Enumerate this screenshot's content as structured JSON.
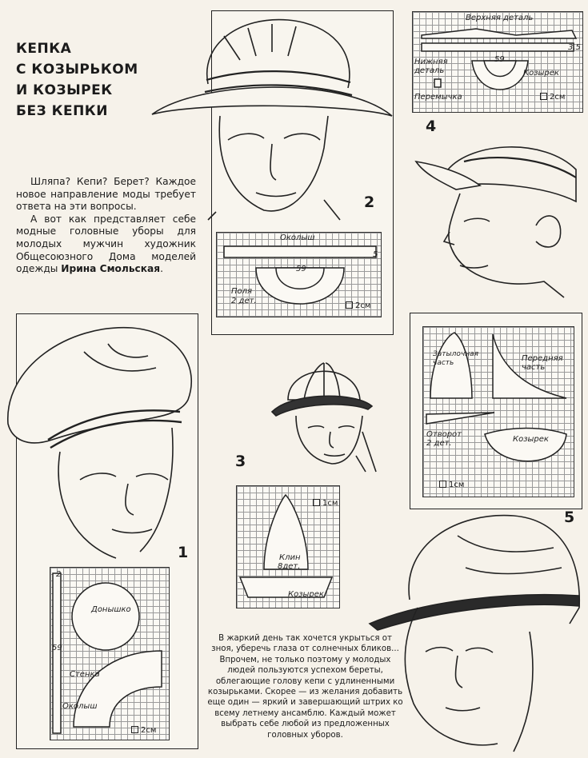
{
  "title": [
    "КЕПКА",
    "С КОЗЫРЬКОМ",
    "И КОЗЫРЕК",
    "БЕЗ КЕПКИ"
  ],
  "intro": {
    "p1": "Шляпа? Кепи? Берет? Каждое новое направление моды требует ответа на эти вопросы.",
    "p2_start": "А вот как представляет себе модные головные уборы для молодых мужчин художник Общесоюзного Дома моделей одежды ",
    "author": "Ирина Смольская",
    "p2_end": "."
  },
  "closing_text": "В жаркий день так хочется укрыться от зноя, уберечь глаза от солнечных бликов... Впрочем, не только поэтому у молодых людей пользуются успехом береты, облегающие голову кепи с удлиненными козырьками. Скорее — из желания добавить еще один — яркий и завершающий штрих ко всему летнему ансамблю. Каждый может выбрать себе любой из предложенных головных уборов.",
  "figures": {
    "f1": {
      "number": "1",
      "labels": {
        "top": "Донышко",
        "wall": "Стенка",
        "band": "Околыш"
      },
      "dims": {
        "length": "59",
        "width": "2"
      },
      "scale": "2см"
    },
    "f2": {
      "number": "2",
      "labels": {
        "band": "Околыш",
        "brim": "Поля",
        "brim_count": "2 дет."
      },
      "dims": {
        "length": "59",
        "width": "5"
      },
      "scale": "2см"
    },
    "f3": {
      "number": "3",
      "labels": {
        "wedge": "Клин",
        "wedge_count": "8дет.",
        "visor": "Козырек"
      },
      "scale": "1см"
    },
    "f4": {
      "number": "4",
      "labels": {
        "top": "Верхняя деталь",
        "bottom": "Нижняя деталь",
        "strap": "Перемычка",
        "visor": "Козырек"
      },
      "dims": {
        "length": "59",
        "width": "3.5"
      },
      "scale": "2см"
    },
    "f5": {
      "number": "5",
      "labels": {
        "back": "Затылочная часть",
        "front": "Передняя часть",
        "turnup": "Отворот",
        "turnup_count": "2 дет.",
        "visor": "Козырек"
      },
      "scale": "1см"
    }
  }
}
